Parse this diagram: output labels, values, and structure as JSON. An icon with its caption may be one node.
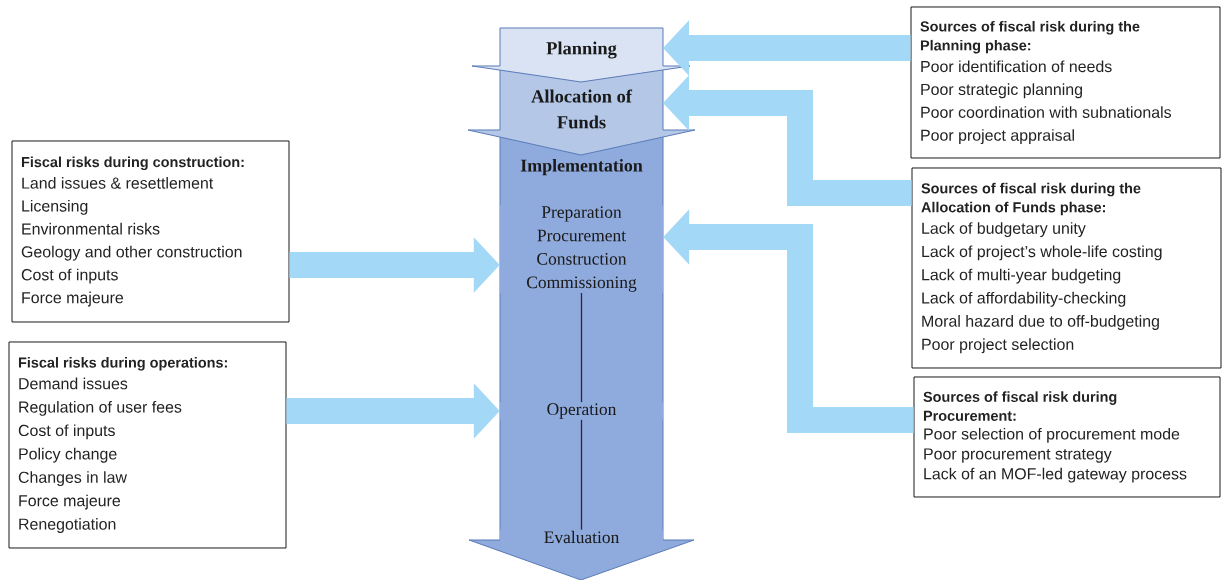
{
  "diagram": {
    "nodes": [
      {
        "text": [
          "Planning"
        ]
      },
      {
        "text": [
          "Allocation of Funds"
        ]
      },
      {
        "text": [
          "Implementation"
        ]
      },
      {
        "text": [
          "Preparation",
          "Procurement",
          "Construction",
          "Commissioning"
        ],
        "in": 2
      },
      {
        "text": [
          "Operation"
        ],
        "in": 2
      },
      {
        "text": [
          "Evaluation"
        ],
        "in": 2
      },
      {
        "text": [
          "Sources of fiscal risk during the Planning phase:",
          "Poor identification of needs",
          "Poor strategic planning",
          "Poor coordination with subnationals",
          "Poor project appraisal"
        ]
      },
      {
        "text": [
          "Sources of fiscal risk during the Allocation of Funds phase:",
          "Lack of budgetary unity",
          "Lack of project’s whole-life costing",
          "Lack of multi-year budgeting",
          "Lack of affordability-checking",
          "Moral hazard due to off-budgeting",
          "Poor project selection"
        ]
      },
      {
        "text": [
          "Sources of fiscal risk during Procurement:",
          "Poor selection of procurement mode",
          "Poor procurement strategy",
          "Lack of an MOF-led gateway process"
        ]
      },
      {
        "text": [
          "Fiscal risks during construction:",
          "Land issues & resettlement",
          "Licensing",
          "Environmental risks",
          "Geology and other construction",
          "Cost of inputs",
          "Force majeure"
        ]
      },
      {
        "text": [
          "Fiscal risks during operations:",
          "Demand issues",
          "Regulation of user fees",
          "Cost of inputs",
          "Policy change",
          "Changes in law",
          "Force majeure",
          "Renegotiation"
        ]
      }
    ],
    "edges": [
      {
        "from": 6,
        "to": 0,
        "arrow": "to"
      },
      {
        "from": 7,
        "to": 1,
        "arrow": "to"
      },
      {
        "from": 8,
        "to": 3,
        "arrow": "to"
      },
      {
        "from": 9,
        "to": 3,
        "arrow": "to"
      },
      {
        "from": 10,
        "to": 4,
        "arrow": "to"
      },
      {
        "from": 3,
        "to": 4,
        "arrow": "none",
        "color": "#40202a"
      },
      {
        "from": 4,
        "to": 5,
        "arrow": "none",
        "color": "#40202a"
      }
    ]
  }
}
